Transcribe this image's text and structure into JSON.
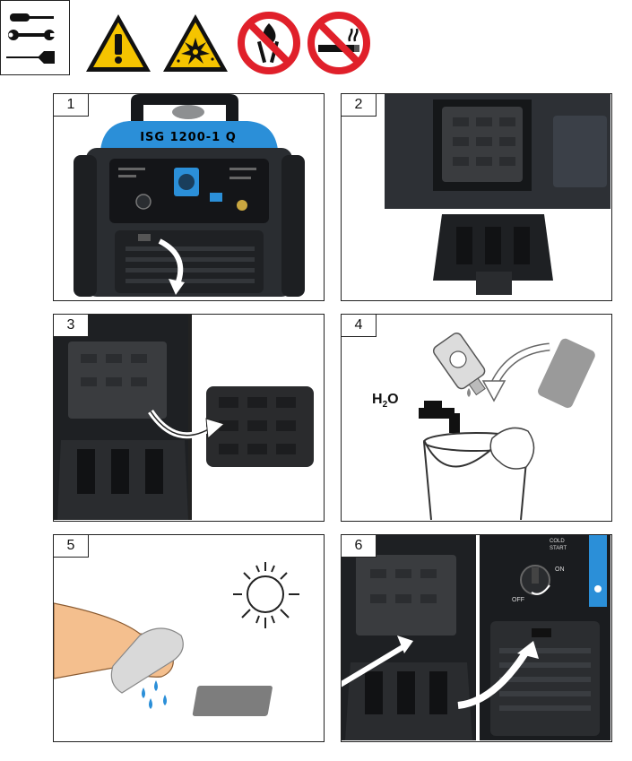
{
  "header": {
    "icons": [
      "tools-icon",
      "warning-icon",
      "explosion-warning-icon",
      "no-open-flame-icon",
      "no-smoking-icon"
    ]
  },
  "panels": [
    {
      "number": "1",
      "model": "ISG 1200-1 Q"
    },
    {
      "number": "2"
    },
    {
      "number": "3"
    },
    {
      "number": "4",
      "formula_main": "H",
      "formula_sub": "2",
      "formula_tail": "O"
    },
    {
      "number": "5"
    },
    {
      "number": "6",
      "label_cold": "COLD",
      "label_start": "START",
      "label_on": "ON",
      "label_off": "OFF"
    }
  ],
  "colors": {
    "accent_blue": "#2b8fd8",
    "warning_yellow": "#f5c400",
    "prohibition_red": "#e0202a",
    "dark_body": "#2a2d31"
  }
}
